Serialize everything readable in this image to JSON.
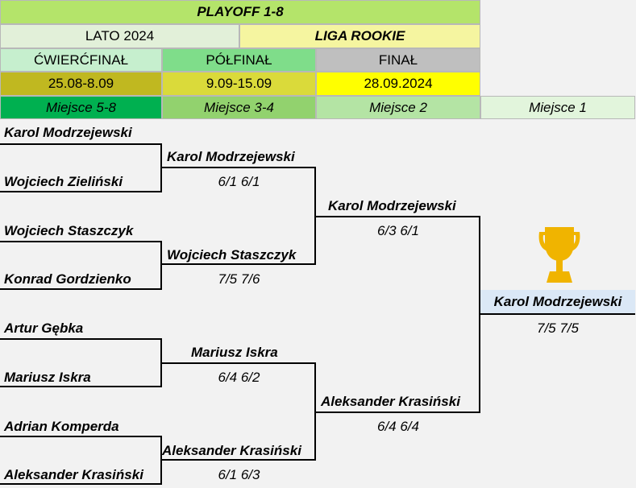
{
  "header": {
    "title": "PLAYOFF 1-8",
    "season": "LATO 2024",
    "league": "LIGA ROOKIE",
    "stages": [
      "ĆWIERĆFINAŁ",
      "PÓŁFINAŁ",
      "FINAŁ"
    ],
    "dates": [
      "25.08-8.09",
      "9.09-15.09",
      "28.09.2024"
    ],
    "places": [
      "Miejsce 5-8",
      "Miejsce 3-4",
      "Miejsce 2",
      "Miejsce 1"
    ]
  },
  "colors": {
    "title_bg": "#b4e46a",
    "season_bg": "#e2f0d9",
    "league_bg": "#f5f5a0",
    "stage1_bg": "#c6efce",
    "stage2_bg": "#7fdd8a",
    "stage3_bg": "#bfbfbf",
    "date1_bg": "#c0b820",
    "date2_bg": "#dada3a",
    "date3_bg": "#ffff00",
    "place1_bg": "#00b050",
    "place2_bg": "#92d26e",
    "place3_bg": "#b4e4a4",
    "place4_bg": "#e2f5dc",
    "winner_bg": "#dbe8f6",
    "trophy": "#f0b400"
  },
  "bracket": {
    "quarterfinals": [
      {
        "player1": "Karol Modrzejewski",
        "player2": "Wojciech Zieliński"
      },
      {
        "player1": "Wojciech Staszczyk",
        "player2": "Konrad Gordzienko"
      },
      {
        "player1": "Artur Gębka",
        "player2": "Mariusz Iskra"
      },
      {
        "player1": "Adrian Komperda",
        "player2": "Aleksander Krasiński"
      }
    ],
    "semifinals": [
      {
        "player": "Karol Modrzejewski",
        "score": "6/1 6/1"
      },
      {
        "player": "Wojciech Staszczyk",
        "score": "7/5 7/6"
      },
      {
        "player": "Mariusz Iskra",
        "score": "6/4 6/2"
      },
      {
        "player": "Aleksander Krasiński",
        "score": "6/1 6/3"
      }
    ],
    "finals": [
      {
        "player": "Karol Modrzejewski",
        "score": "6/3 6/1"
      },
      {
        "player": "Aleksander Krasiński",
        "score": "6/4 6/4"
      }
    ],
    "champion": {
      "player": "Karol Modrzejewski",
      "score": "7/5 7/5"
    }
  }
}
